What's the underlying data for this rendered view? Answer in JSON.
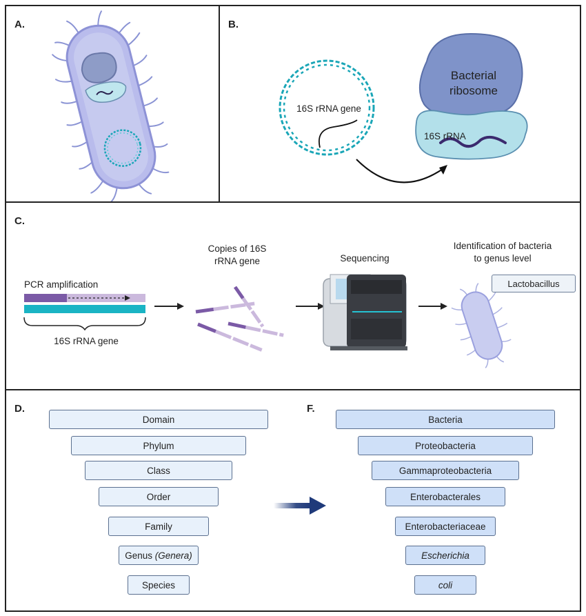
{
  "panels": {
    "a": {
      "label": "A."
    },
    "b": {
      "label": "B.",
      "gene_label": "16S rRNA gene",
      "ribosome_label_1": "Bacterial",
      "ribosome_label_2": "ribosome",
      "rrna_label": "16S rRNA"
    },
    "c": {
      "label": "C.",
      "pcr_label": "PCR amplification",
      "gene_label": "16S rRNA gene",
      "copies_label_1": "Copies of 16S",
      "copies_label_2": "rRNA gene",
      "sequencing_label": "Sequencing",
      "identification_label_1": "Identification of bacteria",
      "identification_label_2": "to genus level",
      "genus_tag": "Lactobacillus"
    },
    "d": {
      "label": "D.",
      "ranks": [
        "Domain",
        "Phylum",
        "Class",
        "Order",
        "Family"
      ],
      "genus_prefix": "Genus ",
      "genus_italic": "(Genera)",
      "species": "Species"
    },
    "f": {
      "label": "F.",
      "ranks": [
        "Bacteria",
        "Proteobacteria",
        "Gammaproteobacteria",
        "Enterobacterales",
        "Enterobacteriaceae"
      ],
      "genus": "Escherichia",
      "species": "coli"
    }
  },
  "colors": {
    "border": "#222222",
    "cell_fill": "#c9cdf0",
    "dna_teal": "#1aa6b7",
    "ribosome_blue": "#7f93c9",
    "rrna_teal": "#b3e0ea",
    "rna_purple": "#3b2a6e",
    "pcr_purple": "#7b5aa6",
    "rank_left": "#e8f1fb",
    "rank_right": "#cfe0f8",
    "arrow_navy": "#1f3a7a"
  }
}
